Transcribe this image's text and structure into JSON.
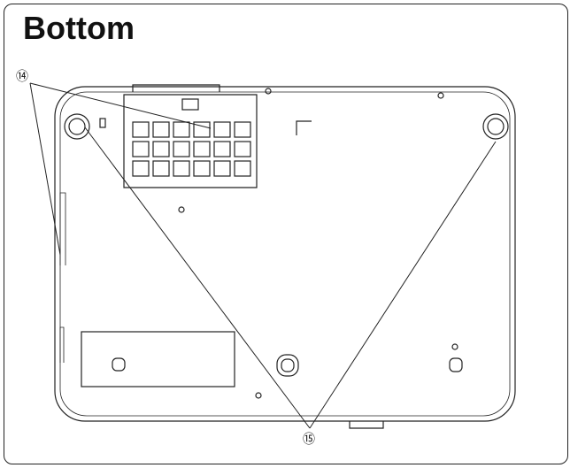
{
  "title": "Bottom",
  "callouts": {
    "a": "⑭",
    "b": "⑮"
  }
}
